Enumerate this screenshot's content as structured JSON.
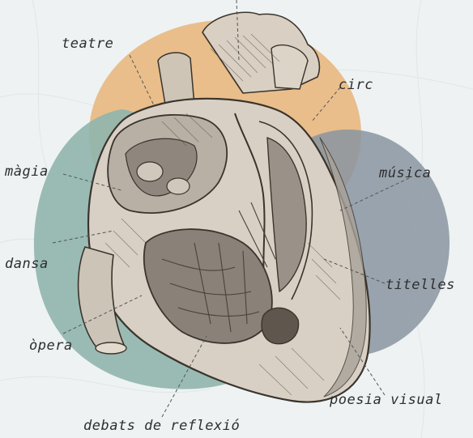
{
  "labels": {
    "teatre": "teatre",
    "circ": "circ",
    "magia": "màgia",
    "musica": "música",
    "dansa": "dansa",
    "titelles": "titelles",
    "opera": "òpera",
    "poesia_visual": "poesia visual",
    "debats": "debats de reflexió"
  },
  "colors": {
    "background": "#eef2f3",
    "blob_orange": "#e8b880",
    "blob_teal": "#8fb5ad",
    "blob_slate": "#8a95a0",
    "ink": "#2e2e2e",
    "heart_tissue": "#d8d0c4"
  },
  "illustration": {
    "subject": "anatomical heart cross-section",
    "icon": "heart-illustration"
  }
}
